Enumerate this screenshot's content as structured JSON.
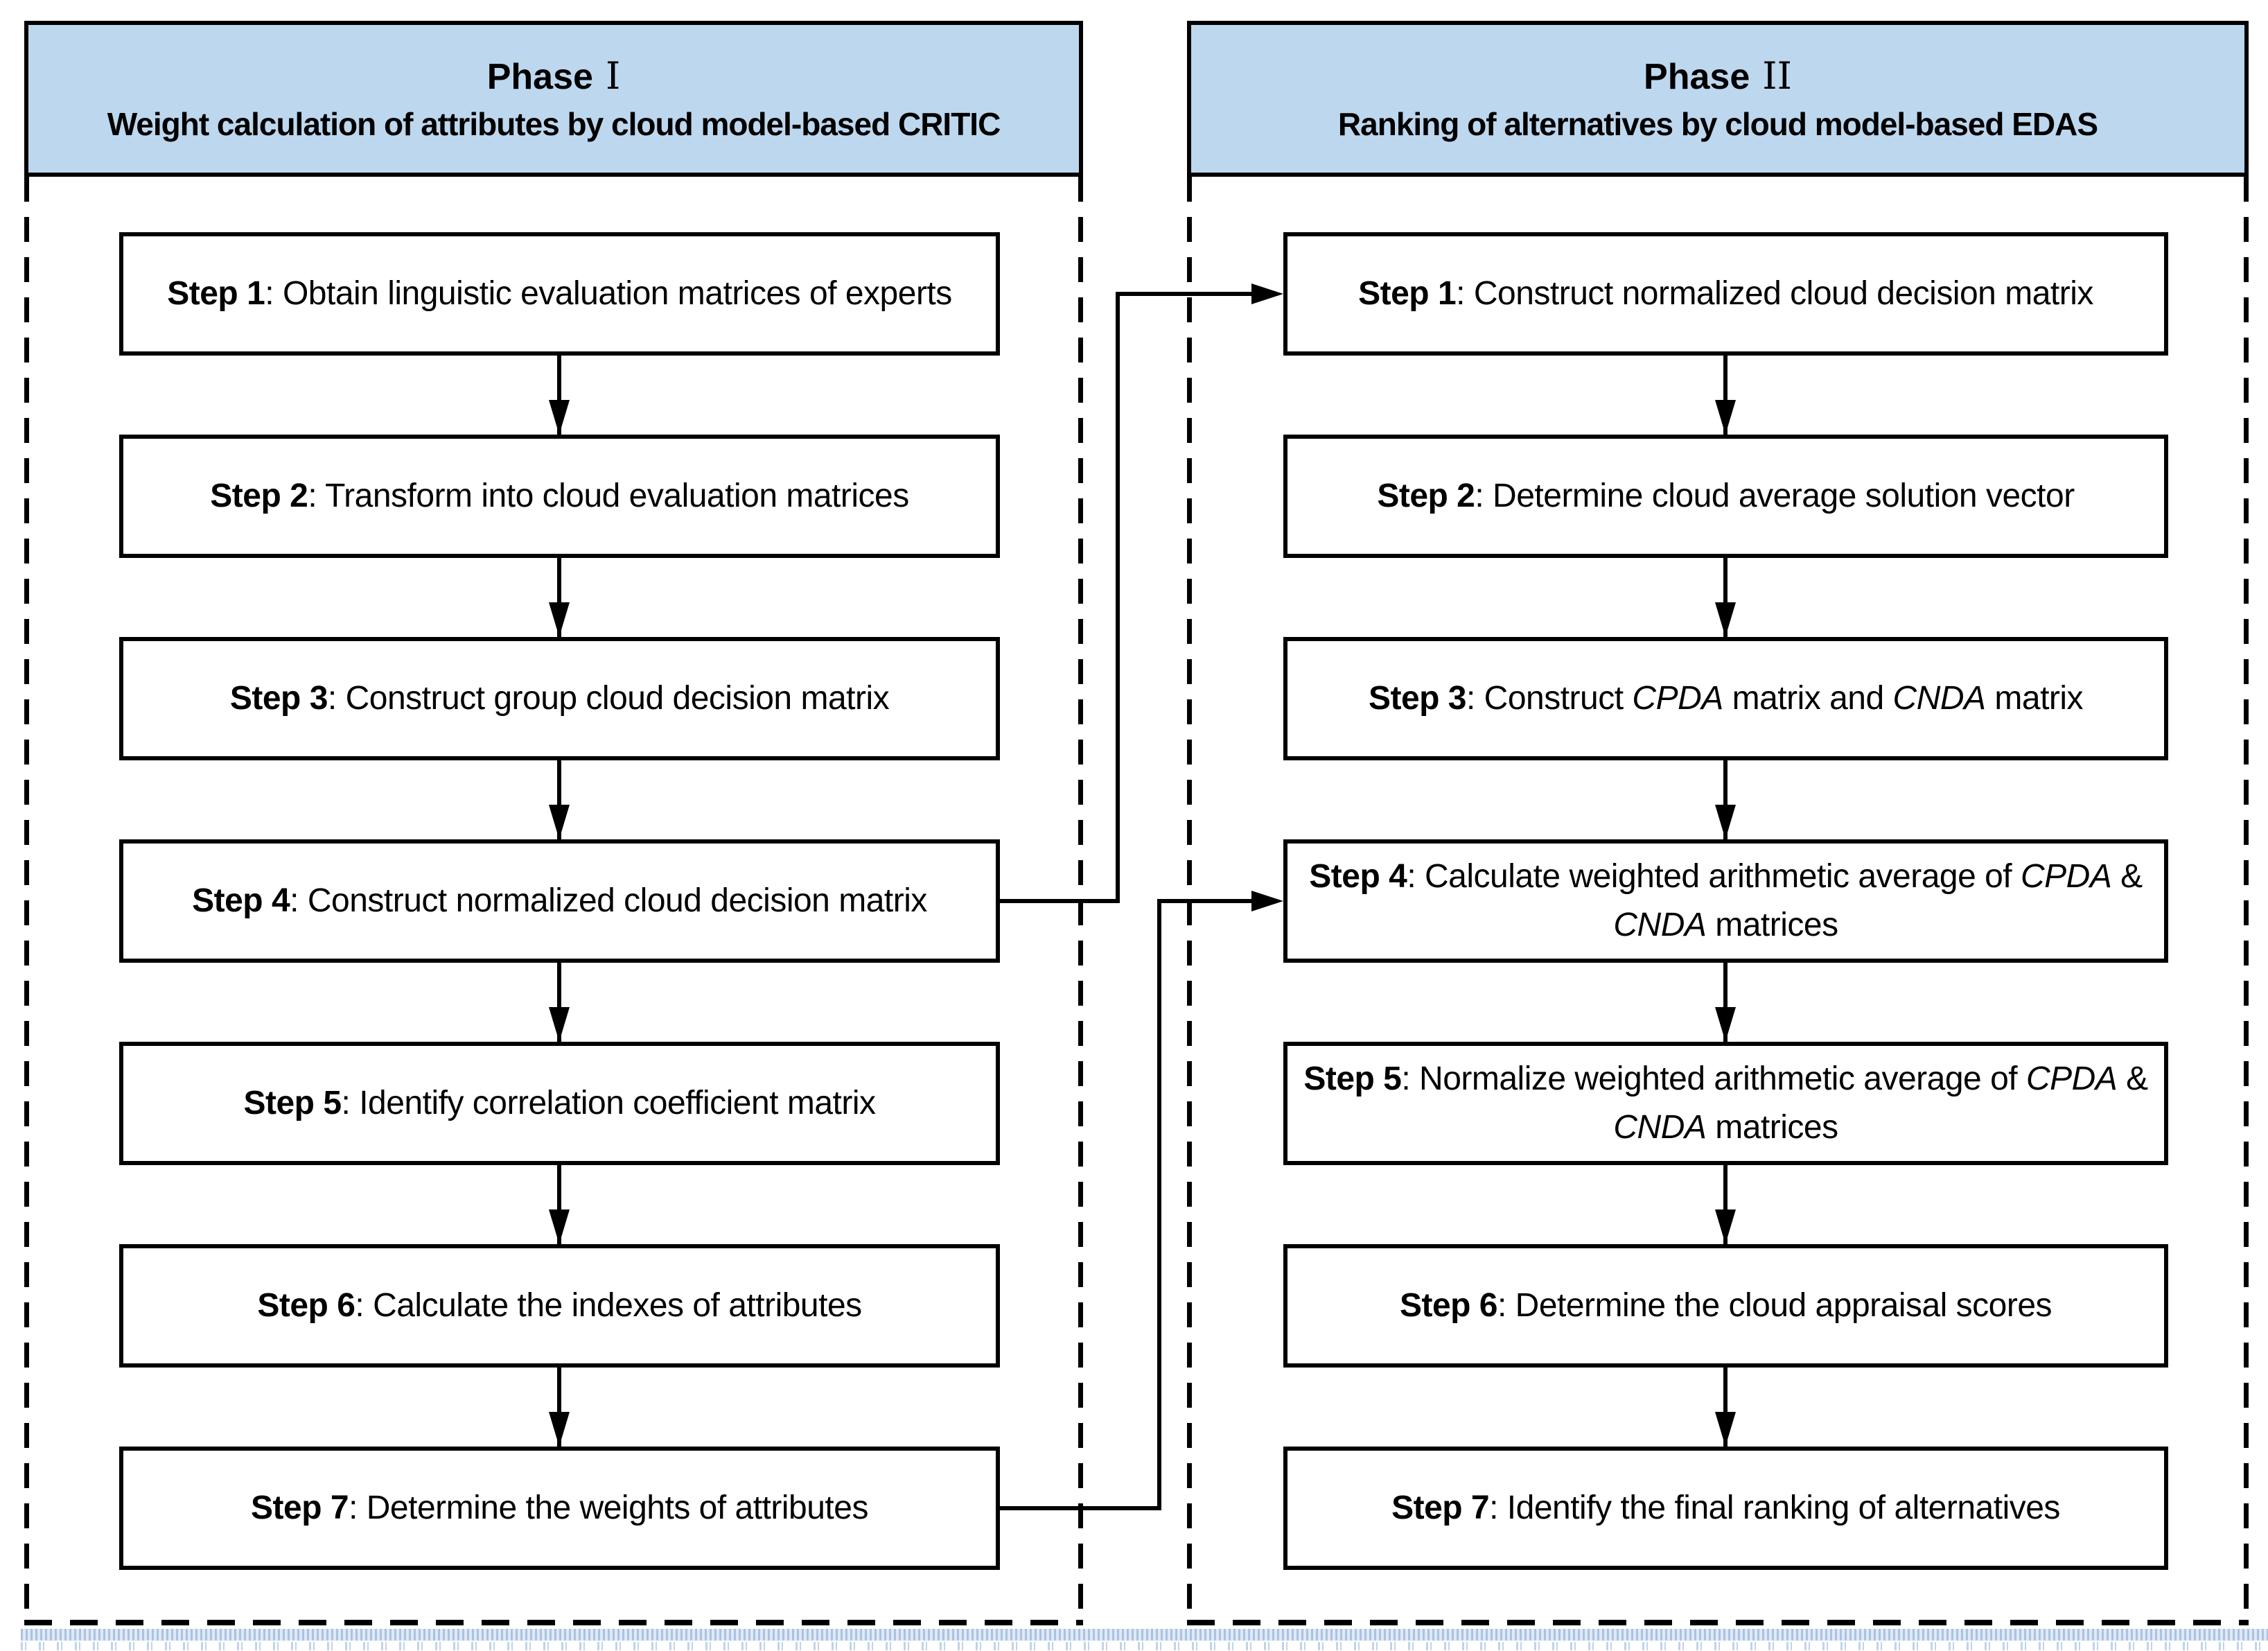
{
  "colors": {
    "header_fill": "#bdd7ee",
    "ink": "#000000",
    "strip_blue": "#8fb0d8"
  },
  "phase1": {
    "header": {
      "prefix": "Phase",
      "numeral": "I",
      "subtitle": "Weight calculation of attributes by cloud model-based CRITIC"
    },
    "steps": [
      {
        "label": "Step 1",
        "segments": [
          {
            "t": ": Obtain linguistic evaluation matrices of experts"
          }
        ]
      },
      {
        "label": "Step 2",
        "segments": [
          {
            "t": ": Transform into cloud evaluation matrices"
          }
        ]
      },
      {
        "label": "Step 3",
        "segments": [
          {
            "t": ": Construct group cloud decision matrix"
          }
        ]
      },
      {
        "label": "Step 4",
        "segments": [
          {
            "t": ": Construct normalized cloud decision matrix"
          }
        ]
      },
      {
        "label": "Step 5",
        "segments": [
          {
            "t": ": Identify correlation coefficient matrix"
          }
        ]
      },
      {
        "label": "Step 6",
        "segments": [
          {
            "t": ": Calculate the indexes of attributes"
          }
        ]
      },
      {
        "label": "Step 7",
        "segments": [
          {
            "t": ": Determine the weights of attributes"
          }
        ]
      }
    ]
  },
  "phase2": {
    "header": {
      "prefix": "Phase",
      "numeral": "II",
      "subtitle": "Ranking of alternatives by cloud model-based EDAS"
    },
    "steps": [
      {
        "label": "Step 1",
        "segments": [
          {
            "t": ": Construct normalized cloud decision matrix"
          }
        ]
      },
      {
        "label": "Step 2",
        "segments": [
          {
            "t": ": Determine cloud average solution vector"
          }
        ]
      },
      {
        "label": "Step 3",
        "segments": [
          {
            "t": ": Construct "
          },
          {
            "t": "CPDA",
            "i": true
          },
          {
            "t": " matrix and "
          },
          {
            "t": "CNDA",
            "i": true
          },
          {
            "t": " matrix"
          }
        ]
      },
      {
        "label": "Step 4",
        "segments": [
          {
            "t": ": Calculate weighted arithmetic average of "
          },
          {
            "t": "CPDA",
            "i": true
          },
          {
            "t": " & "
          },
          {
            "t": "CNDA",
            "i": true
          },
          {
            "t": " matrices"
          }
        ]
      },
      {
        "label": "Step 5",
        "segments": [
          {
            "t": ": Normalize weighted arithmetic average of "
          },
          {
            "t": "CPDA",
            "i": true
          },
          {
            "t": " & "
          },
          {
            "t": "CNDA",
            "i": true
          },
          {
            "t": " matrices"
          }
        ]
      },
      {
        "label": "Step 6",
        "segments": [
          {
            "t": ": Determine the cloud appraisal scores"
          }
        ]
      },
      {
        "label": "Step 7",
        "segments": [
          {
            "t": ": Identify the final ranking of alternatives"
          }
        ]
      }
    ]
  }
}
